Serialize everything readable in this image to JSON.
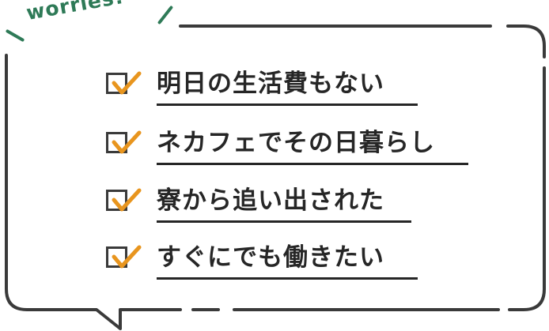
{
  "header": {
    "tag_label": "worries!"
  },
  "worries": [
    {
      "text": "明日の生活費もない"
    },
    {
      "text": "ネカフェでその日暮らし"
    },
    {
      "text": "寮から追い出された"
    },
    {
      "text": "すぐにでも働きたい"
    }
  ],
  "colors": {
    "accent_green": "#2e7a57",
    "check_orange": "#e8951e",
    "frame": "#3a3a3a",
    "text": "#262626"
  },
  "icons": {
    "checkbox": "checkbox-checked-icon"
  }
}
